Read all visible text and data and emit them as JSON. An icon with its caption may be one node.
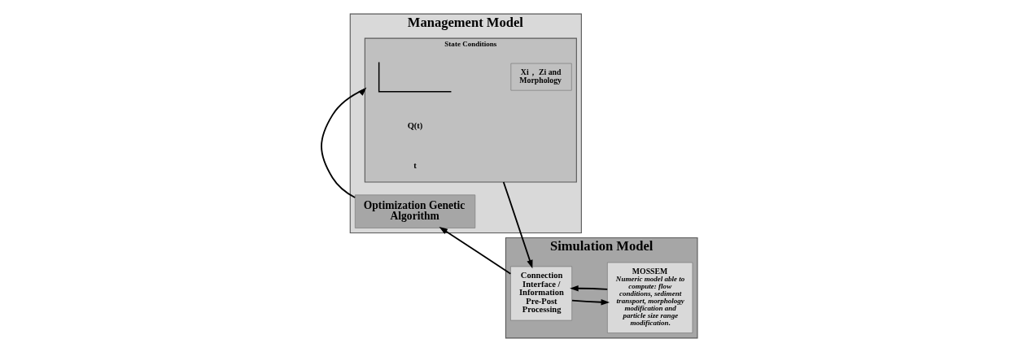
{
  "diagram": {
    "nodes": [
      {
        "text": [
          "Management Model"
        ]
      },
      {
        "text": [
          "Optimization Genetic Algorithm"
        ],
        "in": 0
      },
      {
        "text": [
          "State Conditions"
        ],
        "in": 0
      },
      {
        "text": [],
        "shape": "picture",
        "in": 2
      },
      {
        "text": [
          "Xi， Zi and Morphology"
        ],
        "in": 2
      },
      {
        "text": [
          "Simulation Model"
        ]
      },
      {
        "text": [
          "Connection Interface / Information Pre-Post Processing"
        ],
        "in": 5
      },
      {
        "text": [
          "MOSSEM",
          "Numeric model able to compute: flow conditions, sediment transport, morphology modification and particle size range modification."
        ],
        "in": 5
      }
    ],
    "edges": [
      {
        "from": 6,
        "to": 1,
        "arrow": "to"
      },
      {
        "from": 1,
        "to": 2,
        "arrow": "to"
      },
      {
        "from": 2,
        "to": 6,
        "arrow": "to"
      },
      {
        "from": 7,
        "to": 6,
        "arrow": "to"
      },
      {
        "from": 6,
        "to": 7,
        "arrow": "to"
      }
    ],
    "labels": [
      "Q(t)",
      "t"
    ]
  }
}
